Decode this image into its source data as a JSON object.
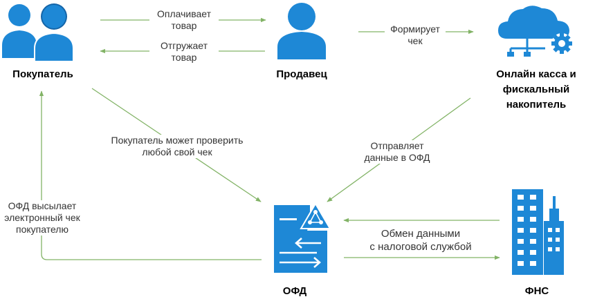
{
  "colors": {
    "arrow": "#82b366",
    "icon_blue": "#1e88d6",
    "icon_dark": "#1565a8",
    "text": "#333333"
  },
  "nodes": {
    "buyer": {
      "label": "Покупатель",
      "icon": "users-icon"
    },
    "seller": {
      "label": "Продавец",
      "icon": "user-icon"
    },
    "kassa": {
      "line1": "Онлайн касса и",
      "line2": "фискальный",
      "line3": "накопитель",
      "icon": "cloud-gear-icon"
    },
    "ofd": {
      "label": "ОФД",
      "icon": "server-network-icon"
    },
    "fns": {
      "label": "ФНС",
      "icon": "office-building-icon"
    }
  },
  "edges": {
    "pays": {
      "line1": "Оплачивает",
      "line2": "товар"
    },
    "ships": {
      "line1": "Отгружает",
      "line2": "товар"
    },
    "forms": {
      "line1": "Формирует",
      "line2": "чек"
    },
    "sends": {
      "line1": "Отправляет",
      "line2": "данные в ОФД"
    },
    "verify": {
      "line1": "Покупатель может проверить",
      "line2": "любой свой чек"
    },
    "ofd_sends": {
      "line1": "ОФД высылает",
      "line2": "электронный чек",
      "line3": "покупателю"
    },
    "exchange": {
      "line1": "Обмен данными",
      "line2": "с налоговой службой"
    }
  }
}
